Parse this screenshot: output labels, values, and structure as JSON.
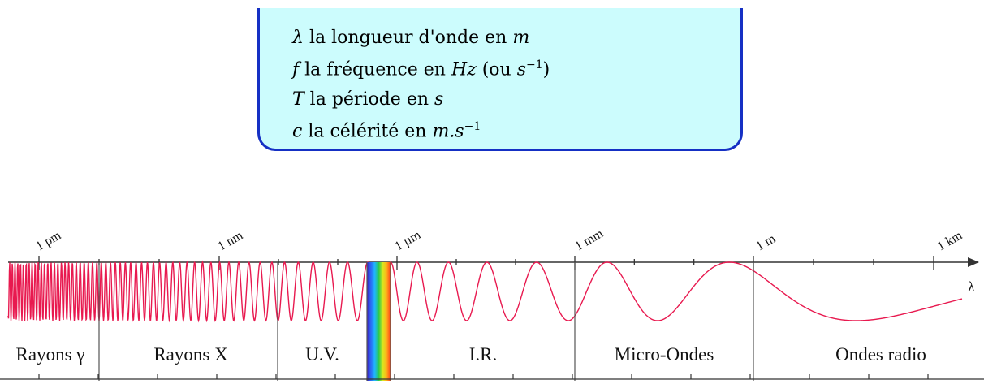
{
  "definitions": [
    {
      "symbol": "λ",
      "text": " la longueur d'onde en ",
      "unit": "m",
      "sup": ""
    },
    {
      "symbol": "f",
      "text": " la fréquence en ",
      "unit": "Hz",
      "extra": " (ou ",
      "unit2": "s",
      "sup": "−1",
      "close": ")"
    },
    {
      "symbol": "T",
      "text": " la période en ",
      "unit": "s",
      "sup": ""
    },
    {
      "symbol": "c",
      "text": " la célérité en ",
      "unit": "m.s",
      "sup": "−1"
    }
  ],
  "spectrum": {
    "tick_labels": [
      "1 pm",
      "1 nm",
      "1 µm",
      "1 mm",
      "1 m",
      "1 km"
    ],
    "axis_label": "λ",
    "zones": [
      "Rayons γ",
      "Rayons X",
      "U.V.",
      "I.R.",
      "Micro-Ondes",
      "Ondes radio"
    ],
    "visible_colors": [
      "#3b1fc4",
      "#2a6cf5",
      "#1fb6ff",
      "#29c94c",
      "#d9e81e",
      "#ffb21a",
      "#ff3b1a"
    ],
    "wave_color": "#e8194f"
  }
}
